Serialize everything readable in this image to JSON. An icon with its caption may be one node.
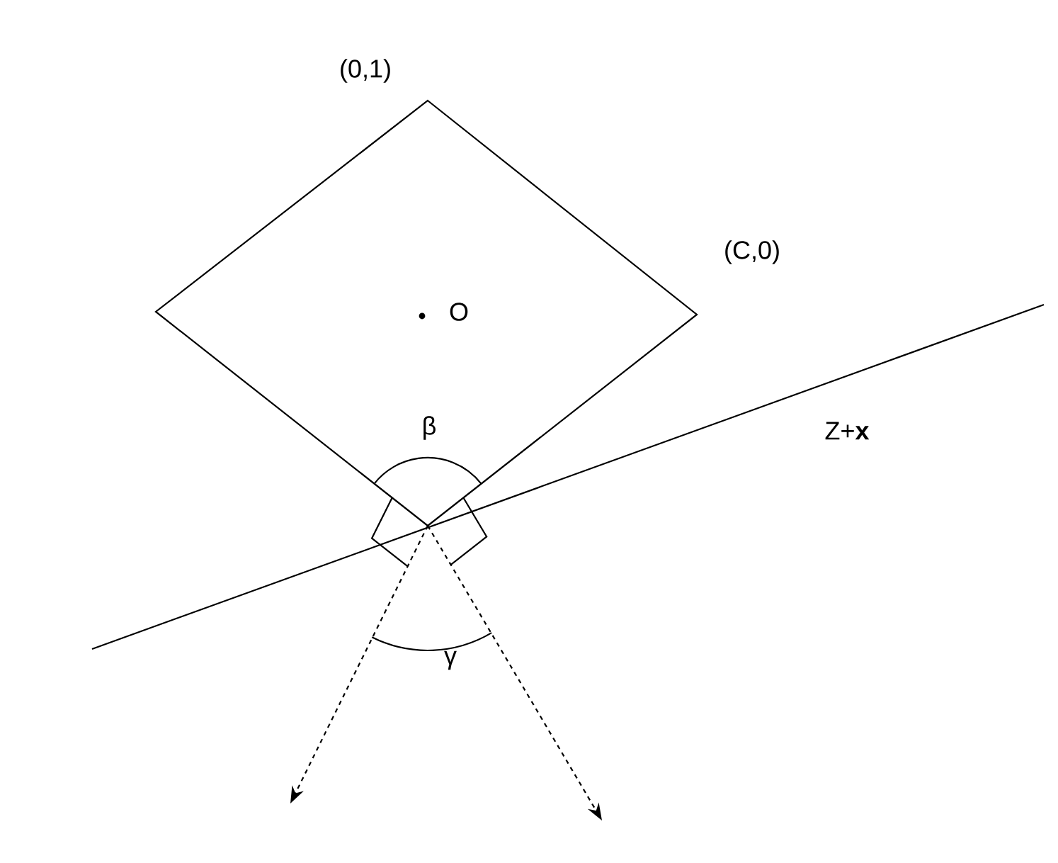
{
  "diagram": {
    "labels": [
      "(0,1)",
      "(C,0)",
      "O",
      "β",
      "Z+**x**",
      "γ"
    ]
  }
}
